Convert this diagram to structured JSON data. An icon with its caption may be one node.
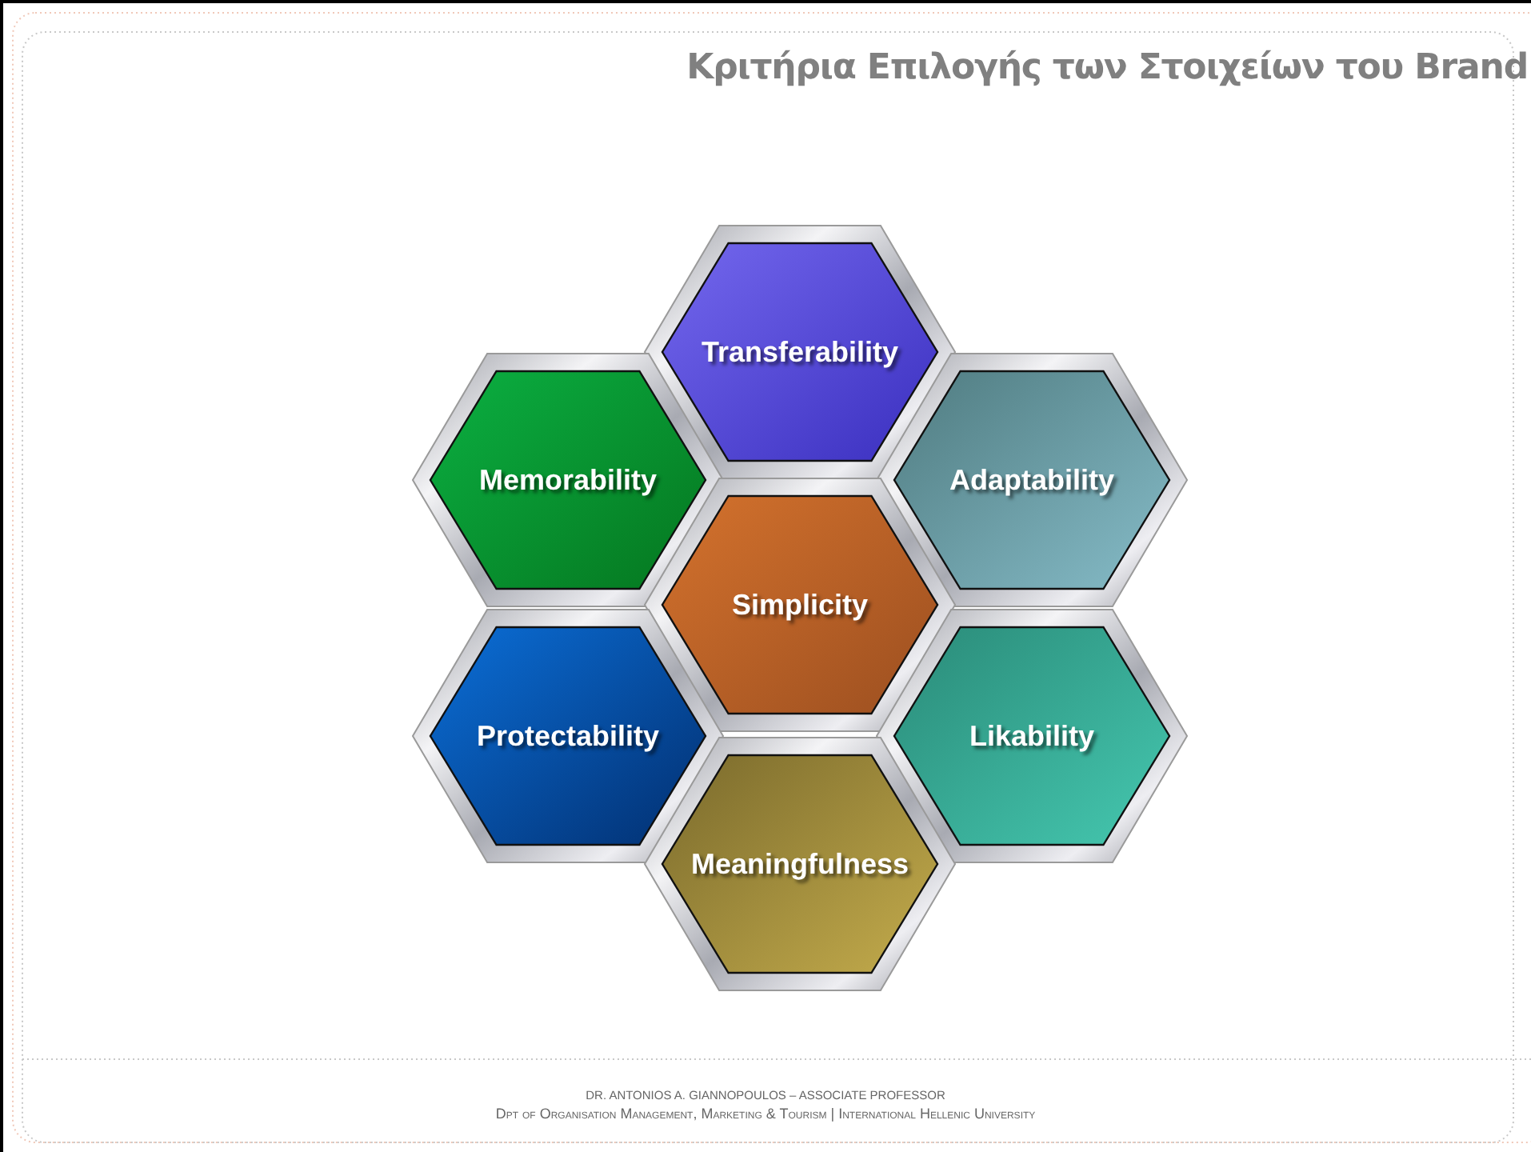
{
  "diagram": {
    "title": "Κριτήρια Επιλογής των Στοιχείων του Brand",
    "nodes": [
      {
        "text": [
          "Transferability"
        ]
      },
      {
        "text": [
          "Memorability"
        ]
      },
      {
        "text": [
          "Adaptability"
        ]
      },
      {
        "text": [
          "Simplicity"
        ]
      },
      {
        "text": [
          "Protectability"
        ]
      },
      {
        "text": [
          "Likability"
        ]
      },
      {
        "text": [
          "Meaningfulness"
        ]
      }
    ],
    "labels": [
      "DR. ANTONIOS A. GIANNOPOULOS – ASSOCIATE PROFESSOR",
      "Dpt of Organisation Management, Marketing & Tourism | International Hellenic University"
    ]
  }
}
